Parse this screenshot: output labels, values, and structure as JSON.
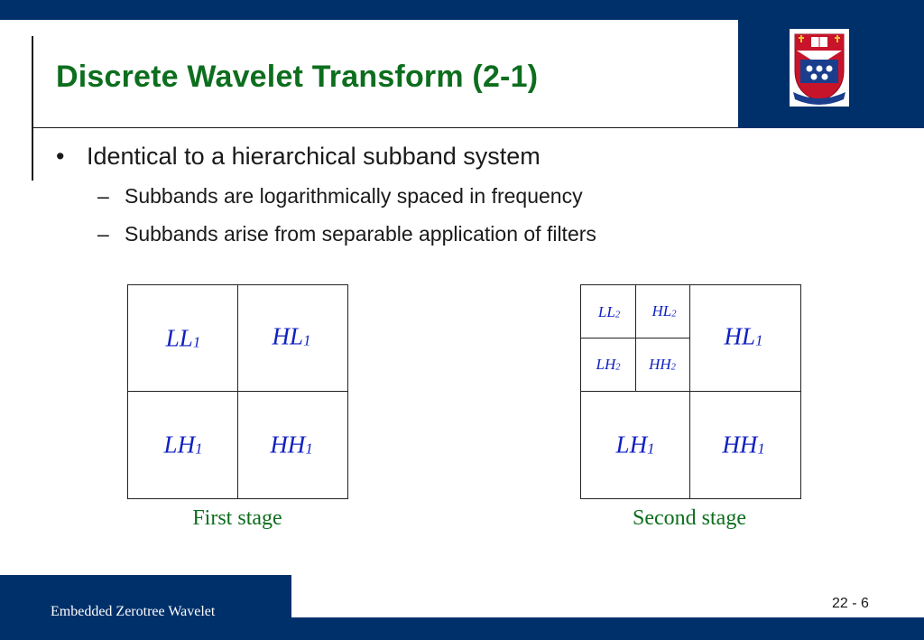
{
  "slide": {
    "title": "Discrete Wavelet Transform (2-1)",
    "bullets": [
      {
        "text": "Identical to a hierarchical subband system",
        "sub": [
          "Subbands are logarithmically spaced in frequency",
          "Subbands arise from separable application of filters"
        ]
      }
    ]
  },
  "figure": {
    "first": {
      "caption": "First stage",
      "ll": {
        "base": "LL",
        "sub": "1"
      },
      "hl": {
        "base": "HL",
        "sub": "1"
      },
      "lh": {
        "base": "LH",
        "sub": "1"
      },
      "hh": {
        "base": "HH",
        "sub": "1"
      }
    },
    "second": {
      "caption": "Second stage",
      "ll2": {
        "base": "LL",
        "sub": "2"
      },
      "hl2": {
        "base": "HL",
        "sub": "2"
      },
      "lh2": {
        "base": "LH",
        "sub": "2"
      },
      "hh2": {
        "base": "HH",
        "sub": "2"
      },
      "hl1": {
        "base": "HL",
        "sub": "1"
      },
      "lh1": {
        "base": "LH",
        "sub": "1"
      },
      "hh1": {
        "base": "HH",
        "sub": "1"
      }
    }
  },
  "footer": {
    "course": "Embedded Zerotree Wavelet",
    "page": "22 - 6"
  },
  "colors": {
    "brand_navy": "#00306a",
    "title_green": "#0d6e1e",
    "label_blue": "#1020c0"
  }
}
